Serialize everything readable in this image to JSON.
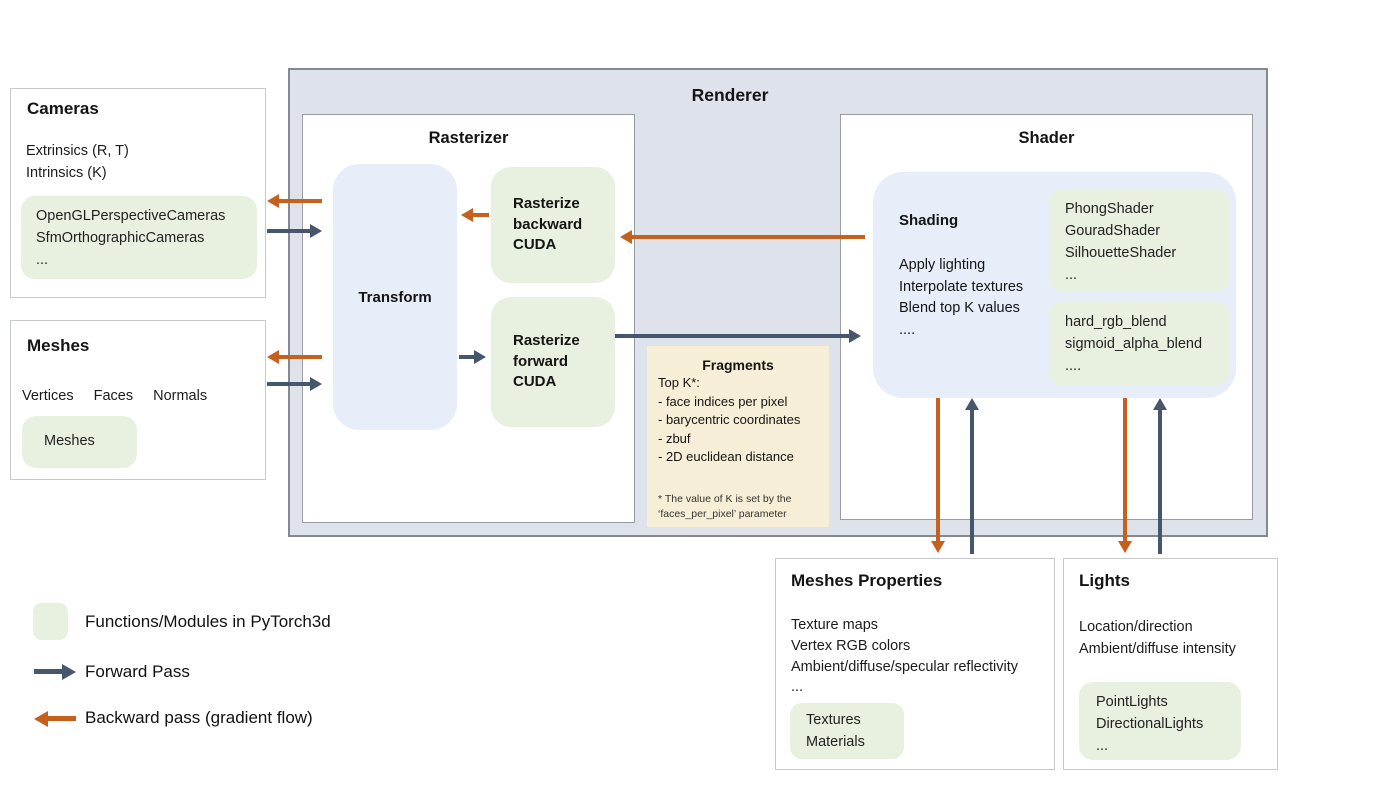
{
  "renderer": {
    "title": "Renderer"
  },
  "rasterizer": {
    "title": "Rasterizer",
    "transform_label": "Transform",
    "backward_label": "Rasterize backward CUDA",
    "forward_label": "Rasterize forward CUDA"
  },
  "fragments": {
    "title": "Fragments",
    "lines": [
      "Top K*:",
      "- face indices per pixel",
      "- barycentric coordinates",
      "- zbuf",
      "- 2D euclidean distance"
    ],
    "footnote_line1": "* The value of K is set by the",
    "footnote_line2": "‘faces_per_pixel’ parameter"
  },
  "shader": {
    "title": "Shader",
    "shading_title": "Shading",
    "shading_lines": [
      "Apply lighting",
      "Interpolate textures",
      "Blend top K values",
      "...."
    ],
    "shader_modules": [
      "PhongShader",
      "GouradShader",
      "SilhouetteShader",
      "..."
    ],
    "blend_modules": [
      "hard_rgb_blend",
      "sigmoid_alpha_blend",
      "...."
    ]
  },
  "cameras": {
    "title": "Cameras",
    "lines": [
      "Extrinsics (R, T)",
      "Intrinsics (K)"
    ],
    "modules": [
      "OpenGLPerspectiveCameras",
      "SfmOrthographicCameras",
      "..."
    ]
  },
  "meshes": {
    "title": "Meshes",
    "fields": [
      "Vertices",
      "Faces",
      "Normals"
    ],
    "module": "Meshes"
  },
  "meshes_properties": {
    "title": "Meshes Properties",
    "lines": [
      "Texture maps",
      "Vertex RGB colors",
      "Ambient/diffuse/specular reflectivity",
      "..."
    ],
    "modules": [
      "Textures",
      "Materials"
    ]
  },
  "lights": {
    "title": "Lights",
    "lines": [
      "Location/direction",
      "Ambient/diffuse intensity"
    ],
    "modules": [
      "PointLights",
      "DirectionalLights",
      "..."
    ]
  },
  "legend": {
    "modules_label": "Functions/Modules in PyTorch3d",
    "forward_label": "Forward Pass",
    "backward_label": "Backward pass (gradient flow)"
  },
  "colors": {
    "module_green": "#e8f0e0",
    "panel_blue": "#e8eef9",
    "renderer_bg": "#dee2ea",
    "fragments_cream": "#f6eed6",
    "forward_arrow": "#46566c",
    "backward_arrow": "#c6611d"
  }
}
